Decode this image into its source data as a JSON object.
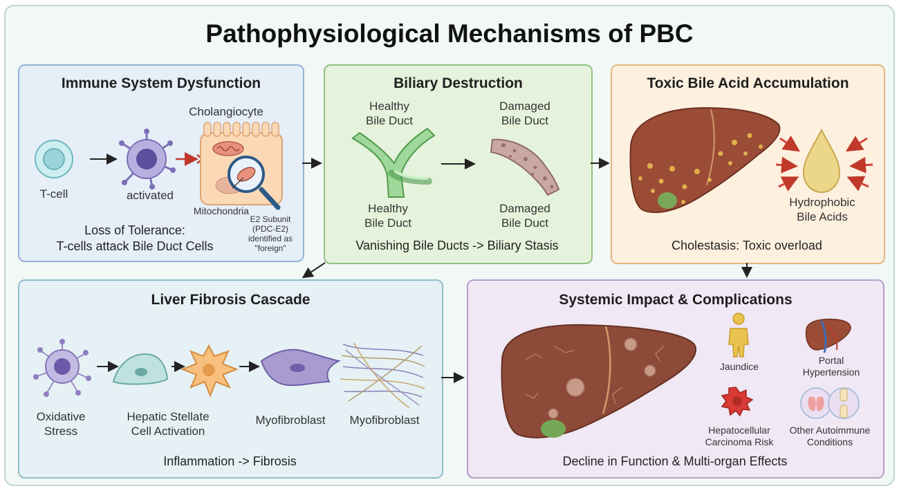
{
  "title": "Pathophysiological Mechanisms of PBC",
  "immune": {
    "title": "Immune System Dysfunction",
    "tcell": "T-cell",
    "activated": "activated",
    "cholangiocyte": "Cholangiocyte",
    "mitochondria": "Mitochondria",
    "e2_line1": "E2 Subunit",
    "e2_line2": "(PDC-E2)",
    "e2_line3": "identified as",
    "e2_line4": "\"foreign\"",
    "caption_line1": "Loss of Tolerance:",
    "caption_line2": "T-cells attack Bile Duct Cells"
  },
  "biliary": {
    "title": "Biliary Destruction",
    "healthy_top_1": "Healthy",
    "healthy_top_2": "Bile Duct",
    "damaged_top_1": "Damaged",
    "damaged_top_2": "Bile Duct",
    "healthy_bottom_1": "Healthy",
    "healthy_bottom_2": "Bile Duct",
    "damaged_bottom_1": "Damaged",
    "damaged_bottom_2": "Bile Duct",
    "caption": "Vanishing Bile Ducts -> Biliary Stasis"
  },
  "toxic": {
    "title": "Toxic Bile Acid Accumulation",
    "acids_1": "Hydrophobic",
    "acids_2": "Bile Acids",
    "caption": "Cholestasis: Toxic overload"
  },
  "fibrosis": {
    "title": "Liver Fibrosis Cascade",
    "oxidative_1": "Oxidative",
    "oxidative_2": "Stress",
    "stellate_1": "Hepatic Stellate",
    "stellate_2": "Cell Activation",
    "myofibroblast_a": "Myofibroblast",
    "myofibroblast_b": "Myofibroblast",
    "caption": "Inflammation -> Fibrosis"
  },
  "systemic": {
    "title": "Systemic Impact & Complications",
    "jaundice": "Jaundice",
    "portal_1": "Portal",
    "portal_2": "Hypertension",
    "hcc_1": "Hepatocellular",
    "hcc_2": "Carcinoma Risk",
    "autoimmune_1": "Other Autoimmune",
    "autoimmune_2": "Conditions",
    "caption": "Decline in Function & Multi-organ Effects"
  }
}
